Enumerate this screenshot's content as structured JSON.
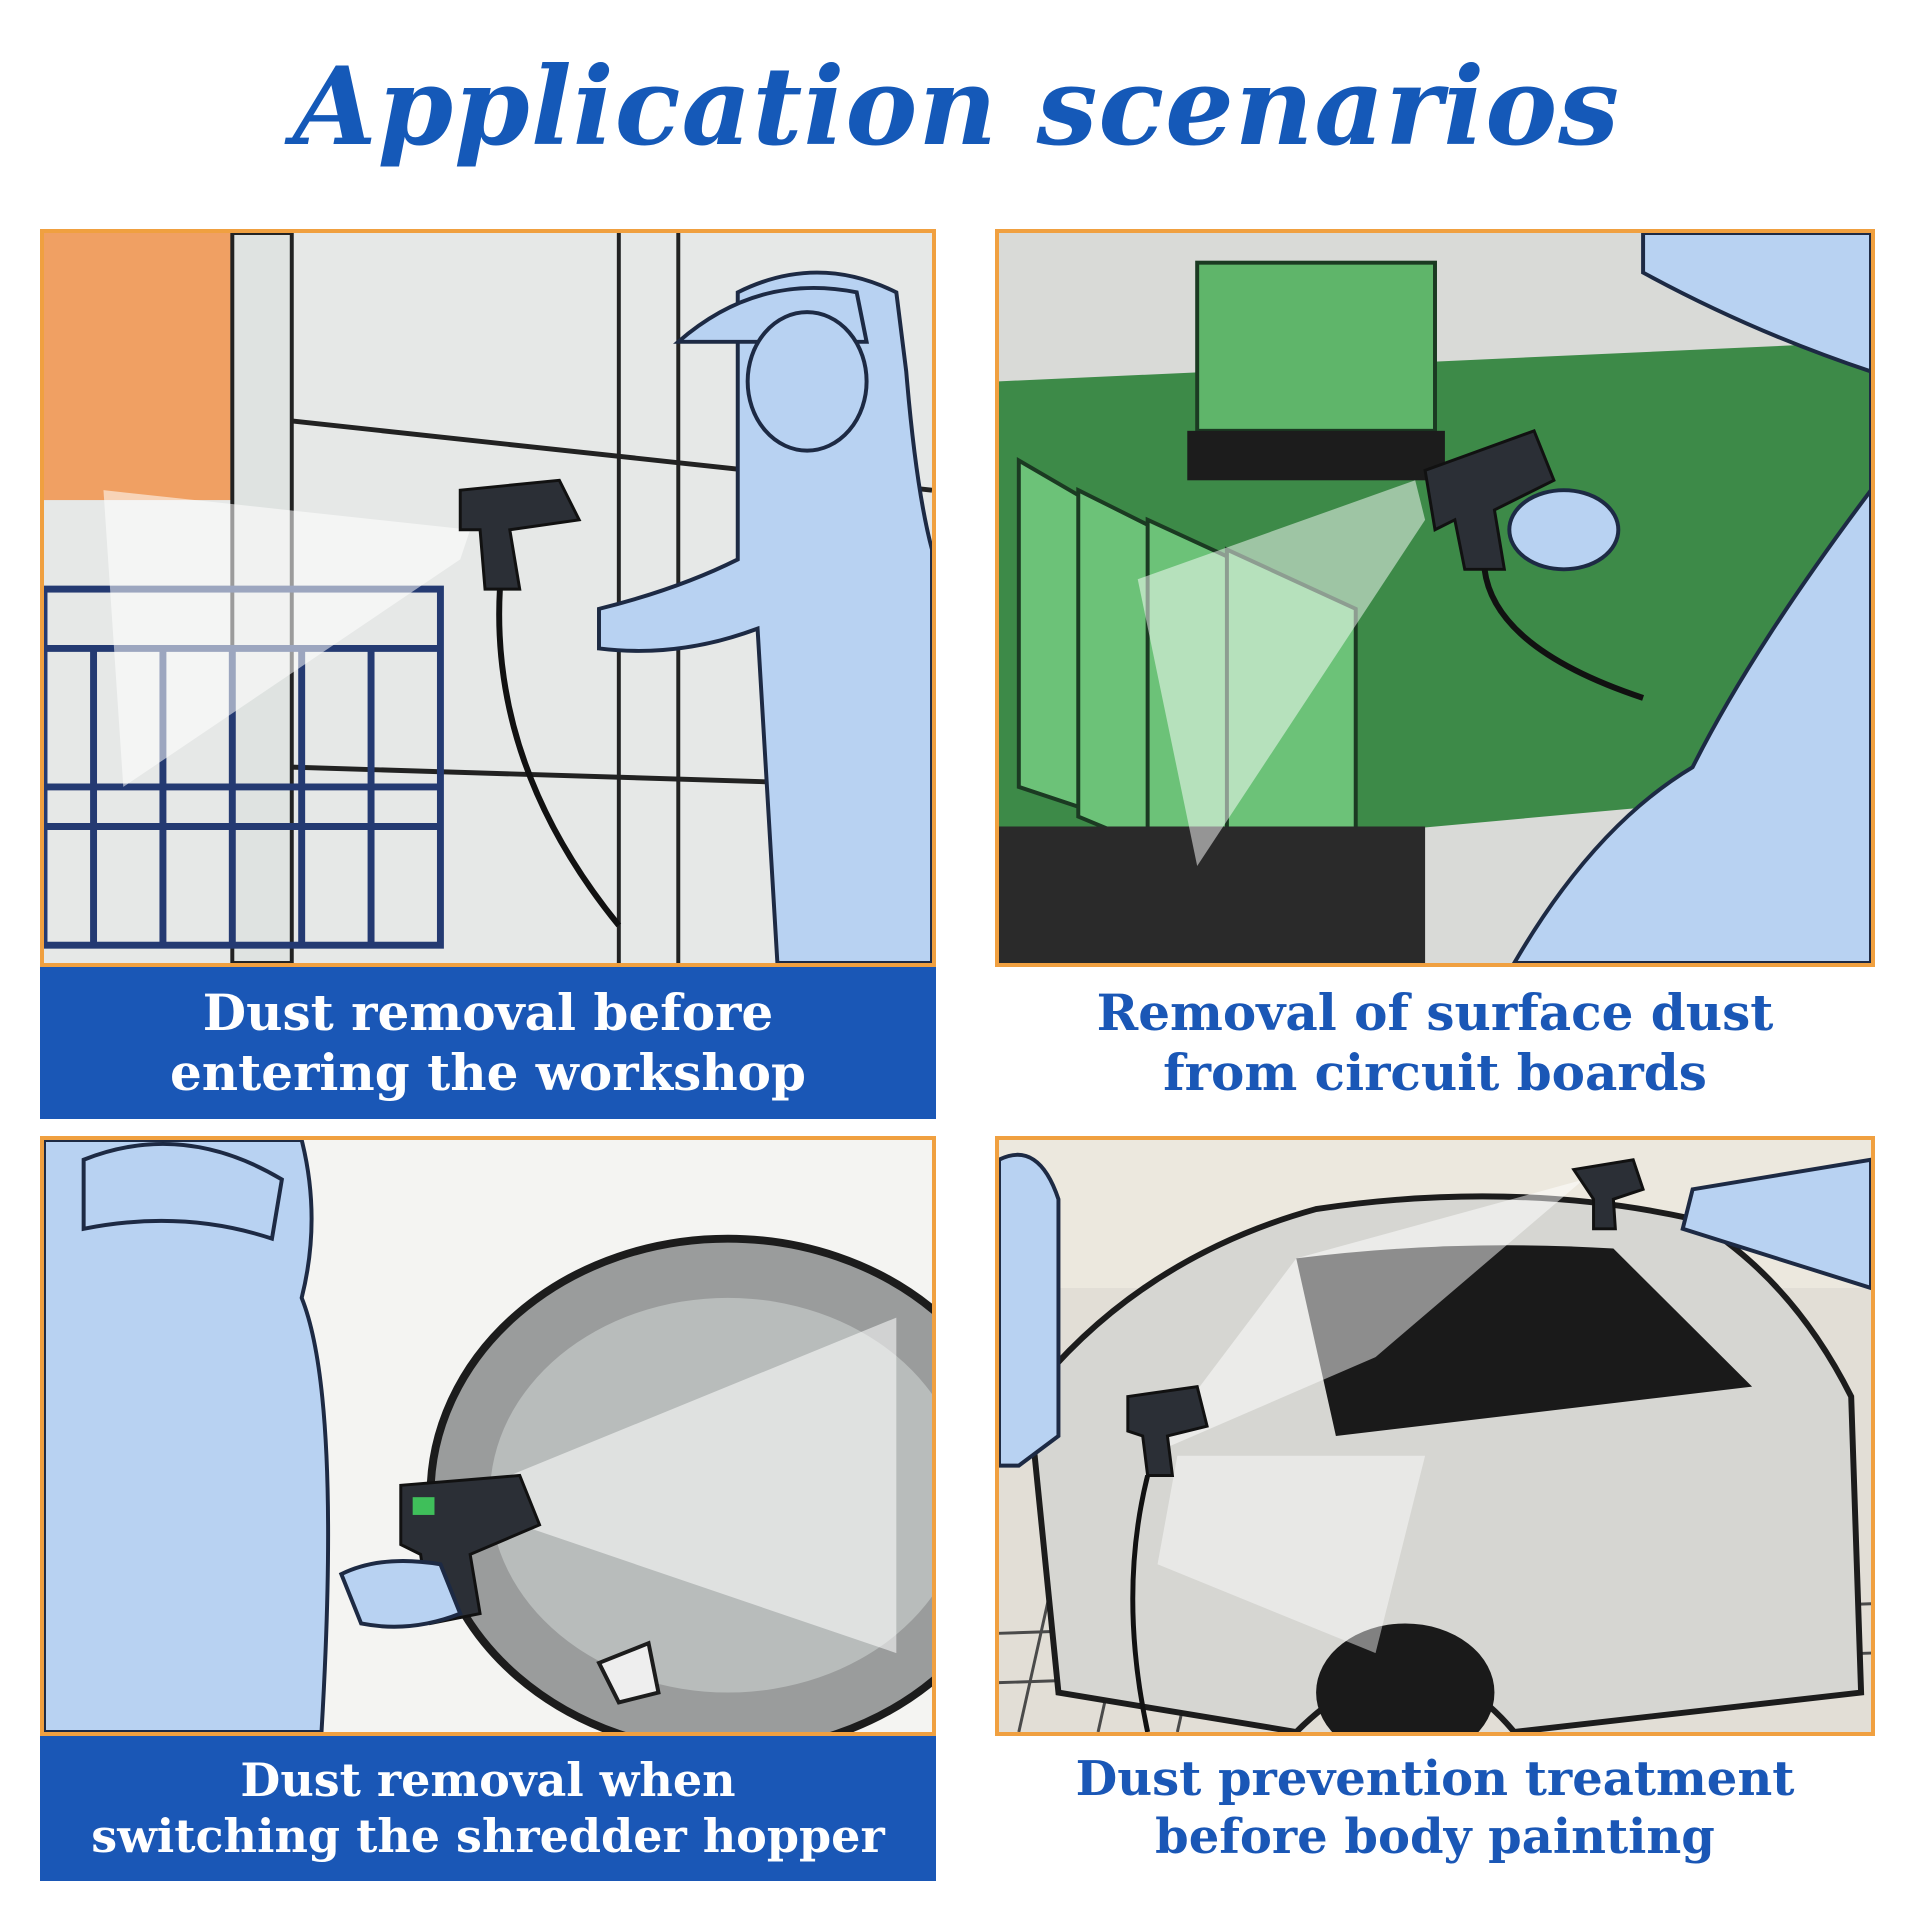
{
  "header": {
    "title": "Application scenarios"
  },
  "scenarios": [
    {
      "caption": "Dust removal before\nentering the workshop"
    },
    {
      "caption": "Removal of surface dust\nfrom circuit boards"
    },
    {
      "caption": "Dust removal when\nswitching the shredder hopper"
    },
    {
      "caption": "Dust prevention treatment\nbefore body painting"
    }
  ],
  "colors": {
    "brand_blue": "#1a57b6",
    "frame_orange": "#f0a040",
    "figure_blue": "#b8d2f2"
  },
  "icons": [
    "spray-gun-icon"
  ]
}
